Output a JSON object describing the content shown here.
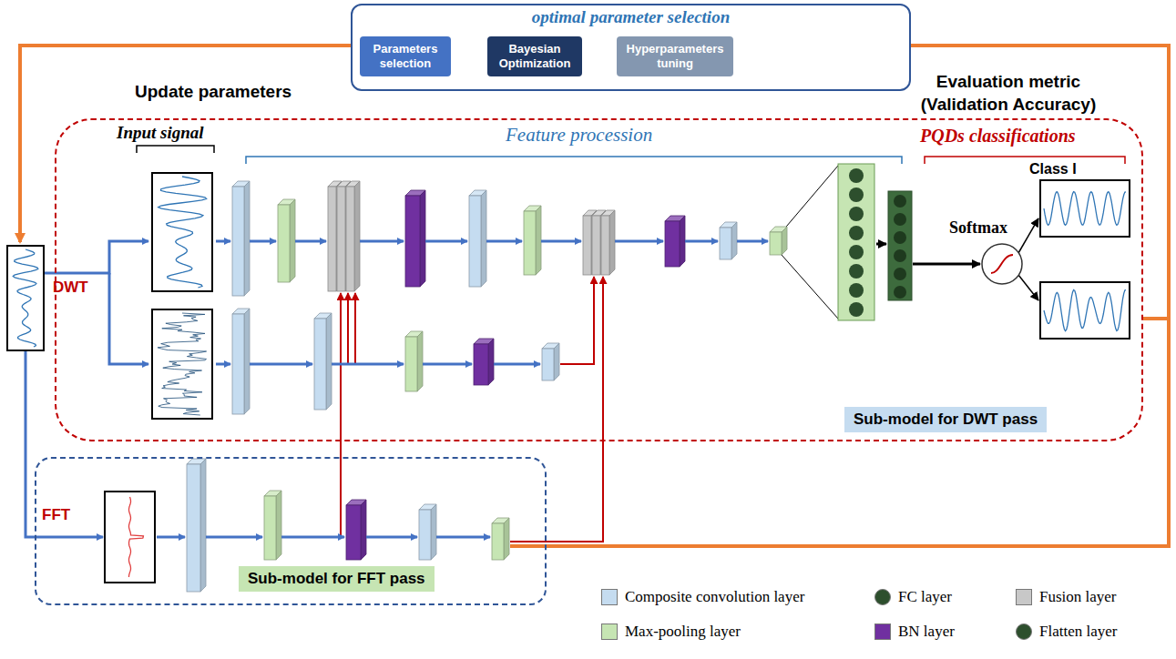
{
  "diagram": {
    "nodes": [
      {
        "text": [
          "optimal parameter selection"
        ]
      },
      {
        "text": [
          "Parameters selection"
        ],
        "in": 0
      },
      {
        "text": [
          "Bayesian Optimization"
        ],
        "in": 0
      },
      {
        "text": [
          "Hyperparameters tuning"
        ],
        "in": 0
      },
      {
        "text": [
          "Sub-model for DWT pass"
        ]
      },
      {
        "text": [
          "Sub-model for FFT pass"
        ]
      }
    ],
    "edges": [
      {
        "from": 3,
        "to": 2,
        "arrow": "to"
      },
      {
        "from": 2,
        "to": 1,
        "arrow": "to"
      }
    ],
    "labels": [
      "Update parameters",
      "Evaluation metric (Validation Accuracy)",
      "Input signal",
      "Feature procession",
      "PQDs classifications",
      "Class I",
      "Softmax",
      "DWT",
      "FFT"
    ],
    "legend": [
      {
        "text": "Composite convolution layer",
        "color": "#c5dcf0"
      },
      {
        "text": "FC layer",
        "color": "#2d4f2d"
      },
      {
        "text": "Fusion layer",
        "color": "#c8c8c8"
      },
      {
        "text": "Max-pooling layer",
        "color": "#c6e5b3"
      },
      {
        "text": "BN layer",
        "color": "#7030a0"
      },
      {
        "text": "Flatten layer",
        "color": "#2d4f2d"
      }
    ]
  }
}
